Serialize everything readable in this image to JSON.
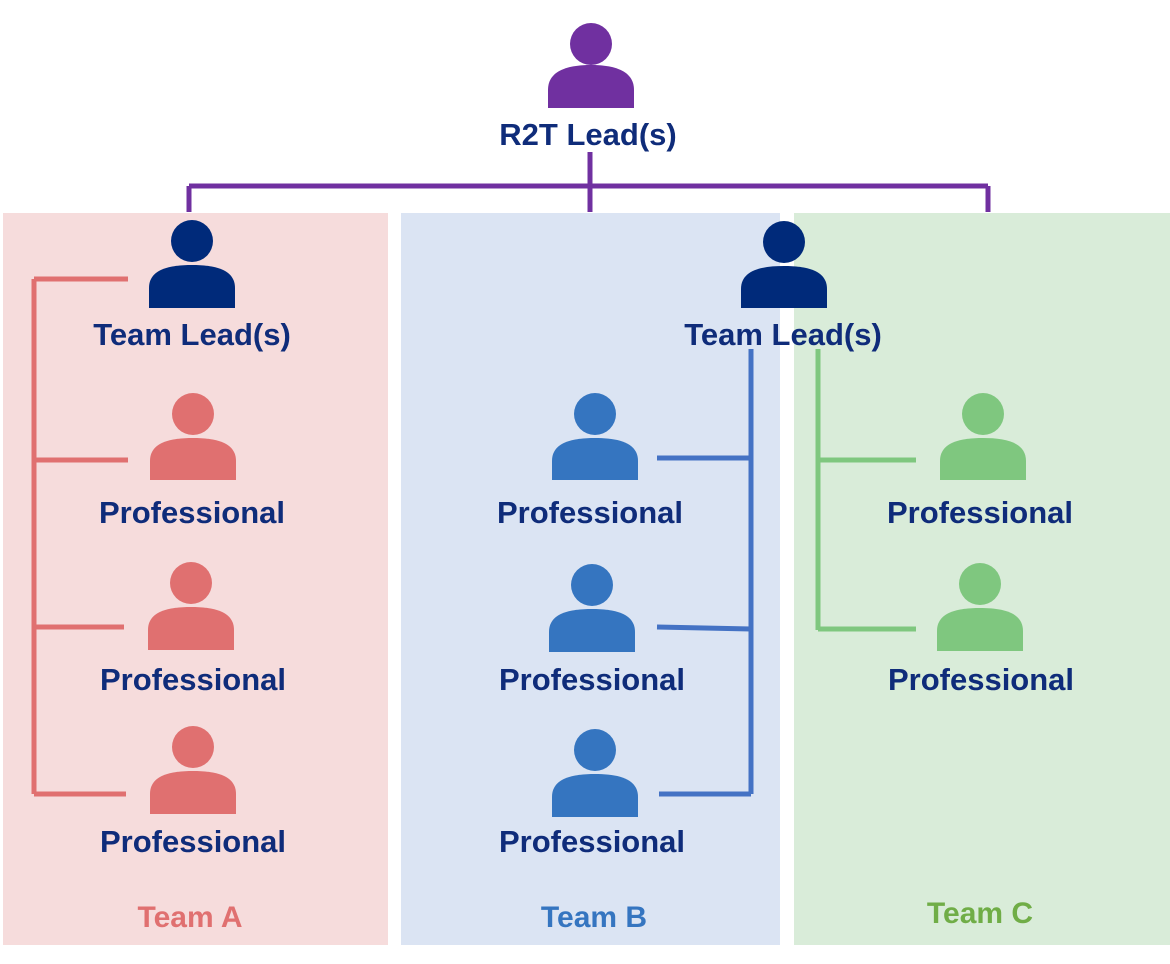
{
  "colors": {
    "top_lead": "#7030a0",
    "team_lead": "#002a7a",
    "label_text": "#0f2c7a",
    "team_a_fill": "#f6dcdc",
    "team_b_fill": "#dbe4f3",
    "team_c_fill": "#d9ecd9",
    "team_a_accent": "#e07070",
    "team_b_accent": "#3575c0",
    "team_c_accent": "#7fc77f",
    "team_b_line": "#4472c4"
  },
  "icons": {
    "person": "person-icon"
  },
  "top": {
    "label": "R2T Lead(s)"
  },
  "teams": [
    {
      "key": "a",
      "name": "Team A",
      "lead_label": "Team Lead(s)",
      "members": [
        "Professional",
        "Professional",
        "Professional"
      ]
    },
    {
      "key": "b",
      "name": "Team B",
      "lead_label": "Team Lead(s)",
      "members": [
        "Professional",
        "Professional",
        "Professional"
      ]
    },
    {
      "key": "c",
      "name": "Team C",
      "lead_label": "",
      "members": [
        "Professional",
        "Professional"
      ]
    }
  ]
}
